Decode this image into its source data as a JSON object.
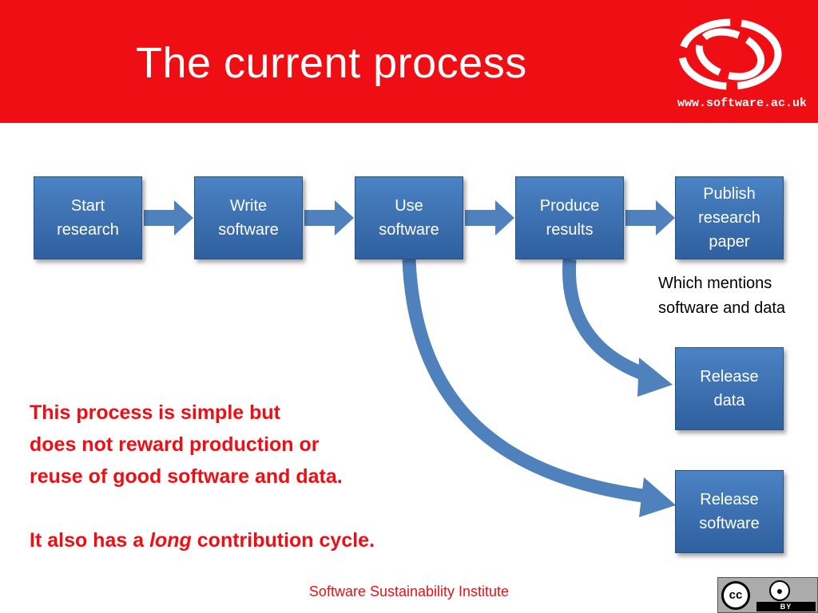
{
  "header": {
    "title": "The current process",
    "url": "www.software.ac.uk"
  },
  "steps": [
    {
      "label": "Start\nresearch"
    },
    {
      "label": "Write\nsoftware"
    },
    {
      "label": "Use\nsoftware"
    },
    {
      "label": "Produce\nresults"
    },
    {
      "label": "Publish\nresearch\npaper"
    }
  ],
  "outputs": [
    {
      "label": "Release\ndata"
    },
    {
      "label": "Release\nsoftware"
    }
  ],
  "note": "Which mentions\nsoftware and data",
  "message": {
    "line1": "This process is simple but",
    "line2": "does not reward production or",
    "line3": "reuse of good software and data.",
    "line4_prefix": "It also has a ",
    "line4_emphasis": "long",
    "line4_suffix": " contribution cycle."
  },
  "footer": {
    "institute": "Software Sustainability Institute",
    "license_badge": "BY",
    "license_cc": "cc",
    "license_icon": "person-icon"
  },
  "colors": {
    "header_red": "#ee0e14",
    "box_blue": "#3a6fb2",
    "arrow_blue": "#4f81bd",
    "message_red": "#ee0e14"
  }
}
